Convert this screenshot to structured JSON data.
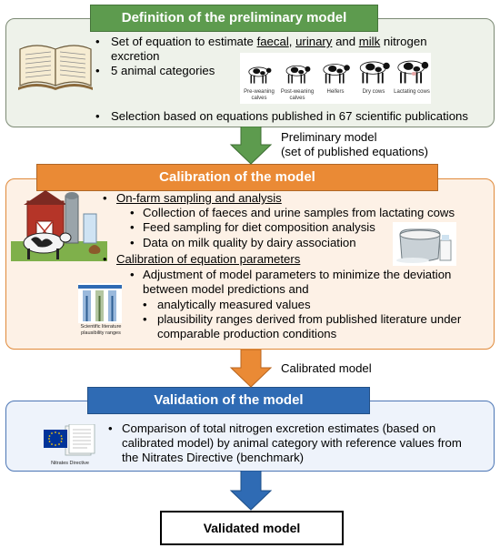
{
  "headers": {
    "definition": "Definition of the preliminary model",
    "calibration": "Calibration of the model",
    "validation": "Validation of the model",
    "validated": "Validated model"
  },
  "definition": {
    "line1_a": "Set of equation to estimate ",
    "line1_faecal": "faecal",
    "line1_sep": ", ",
    "line1_urinary": "urinary",
    "line1_and": " and ",
    "line1_milk": "milk",
    "line1_end": " nitrogen",
    "line2": "excretion",
    "line3": "5 animal categories",
    "line4": "Selection based on equations published in 67 scientific publications",
    "cows": [
      {
        "label1": "Pre-weaning",
        "label2": "calves"
      },
      {
        "label1": "Post-weaning",
        "label2": "calves"
      },
      {
        "label1": "Heifers",
        "label2": ""
      },
      {
        "label1": "Dry cows",
        "label2": ""
      },
      {
        "label1": "Lactating cows",
        "label2": ""
      }
    ]
  },
  "arrow1_label": {
    "line1": "Preliminary model",
    "line2": "(set of published equations)"
  },
  "calibration": {
    "sec1_title": "On-farm sampling and analysis",
    "sec1_items": [
      "Collection of faeces and urine samples from lactating cows",
      "Feed sampling for diet composition analysis",
      "Data on milk quality by dairy association"
    ],
    "sec2_title": "Calibration of equation parameters",
    "sec2_line1": "Adjustment of model parameters to minimize the deviation",
    "sec2_line2": "between model predictions and",
    "sec2_sub1": "analytically measured values",
    "sec2_sub2_line1": "plausibility ranges derived from published literature under",
    "sec2_sub2_line2": "comparable production conditions",
    "chart_label1": "Scientific literature",
    "chart_label2": "plausibility ranges"
  },
  "arrow2_label": "Calibrated model",
  "validation": {
    "line1": "Comparison of total nitrogen excretion estimates (based on",
    "line2": "calibrated model) by animal category with reference values from",
    "line3": "the Nitrates Directive (benchmark)",
    "doc_label": "Nitrates Directive"
  },
  "colors": {
    "green": "#5d9b4e",
    "orange": "#ea8a35",
    "blue": "#2f6bb4"
  }
}
